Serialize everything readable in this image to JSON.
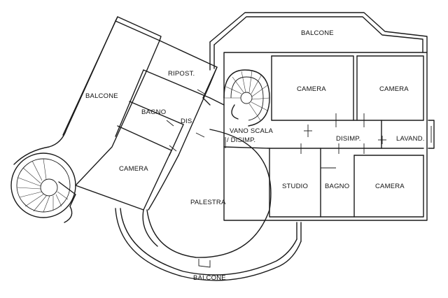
{
  "rooms": {
    "balcone_top": "BALCONE",
    "balcone_left": "BALCONE",
    "balcone_bottom": "BALCONE",
    "ripost": "RIPOST.",
    "bagno_left": "BAGNO",
    "dis": "DIS.",
    "camera_left": "CAMERA",
    "vano_scala_1": "VANO SCALA",
    "vano_scala_2": "/ DISIMP.",
    "palestra": "PALESTRA",
    "camera_top_1": "CAMERA",
    "camera_top_2": "CAMERA",
    "disimp": "DISIMP.",
    "lavand": "LAVAND.",
    "studio": "STUDIO",
    "bagno_right": "BAGNO",
    "camera_right": "CAMERA"
  }
}
